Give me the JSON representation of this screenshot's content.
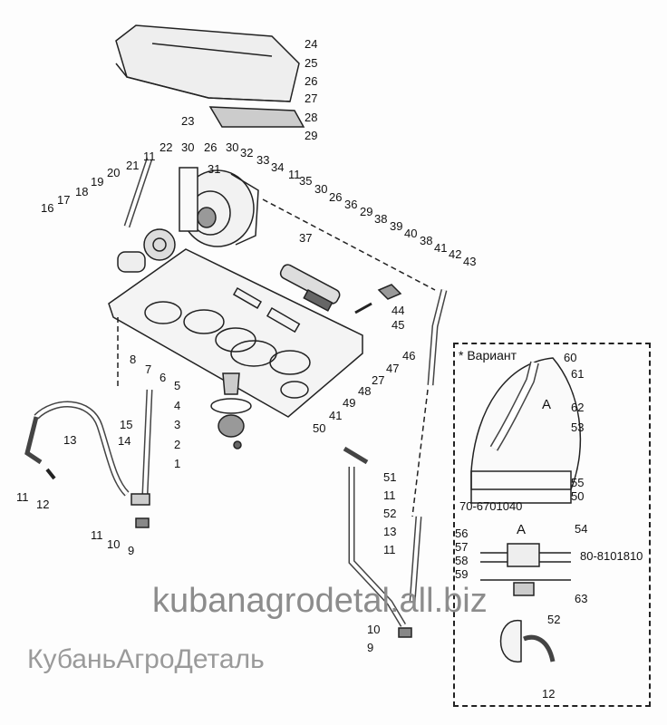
{
  "callouts": [
    "24",
    "25",
    "26",
    "27",
    "28",
    "29",
    "23",
    "22",
    "30",
    "26",
    "30",
    "32",
    "33",
    "34",
    "11",
    "31",
    "35",
    "30",
    "26",
    "36",
    "29",
    "38",
    "39",
    "37",
    "40",
    "38",
    "41",
    "42",
    "43",
    "11",
    "21",
    "20",
    "19",
    "18",
    "17",
    "16",
    "44",
    "45",
    "46",
    "47",
    "27",
    "48",
    "49",
    "41",
    "50",
    "8",
    "7",
    "6",
    "5",
    "4",
    "3",
    "2",
    "1",
    "15",
    "14",
    "13",
    "11",
    "12",
    "11",
    "10",
    "9",
    "51",
    "11",
    "52",
    "13",
    "11",
    "10",
    "9"
  ],
  "inset": {
    "title": "* Вариант",
    "labels": [
      "60",
      "61",
      "A",
      "62",
      "53",
      "55",
      "50",
      "70-6701040",
      "A",
      "56",
      "57",
      "58",
      "59",
      "54",
      "80-8101810",
      "63",
      "52",
      "12"
    ]
  },
  "watermarks": {
    "brand": "КубаньАгроДеталь",
    "site": "kubanagrodetal.all.biz"
  }
}
